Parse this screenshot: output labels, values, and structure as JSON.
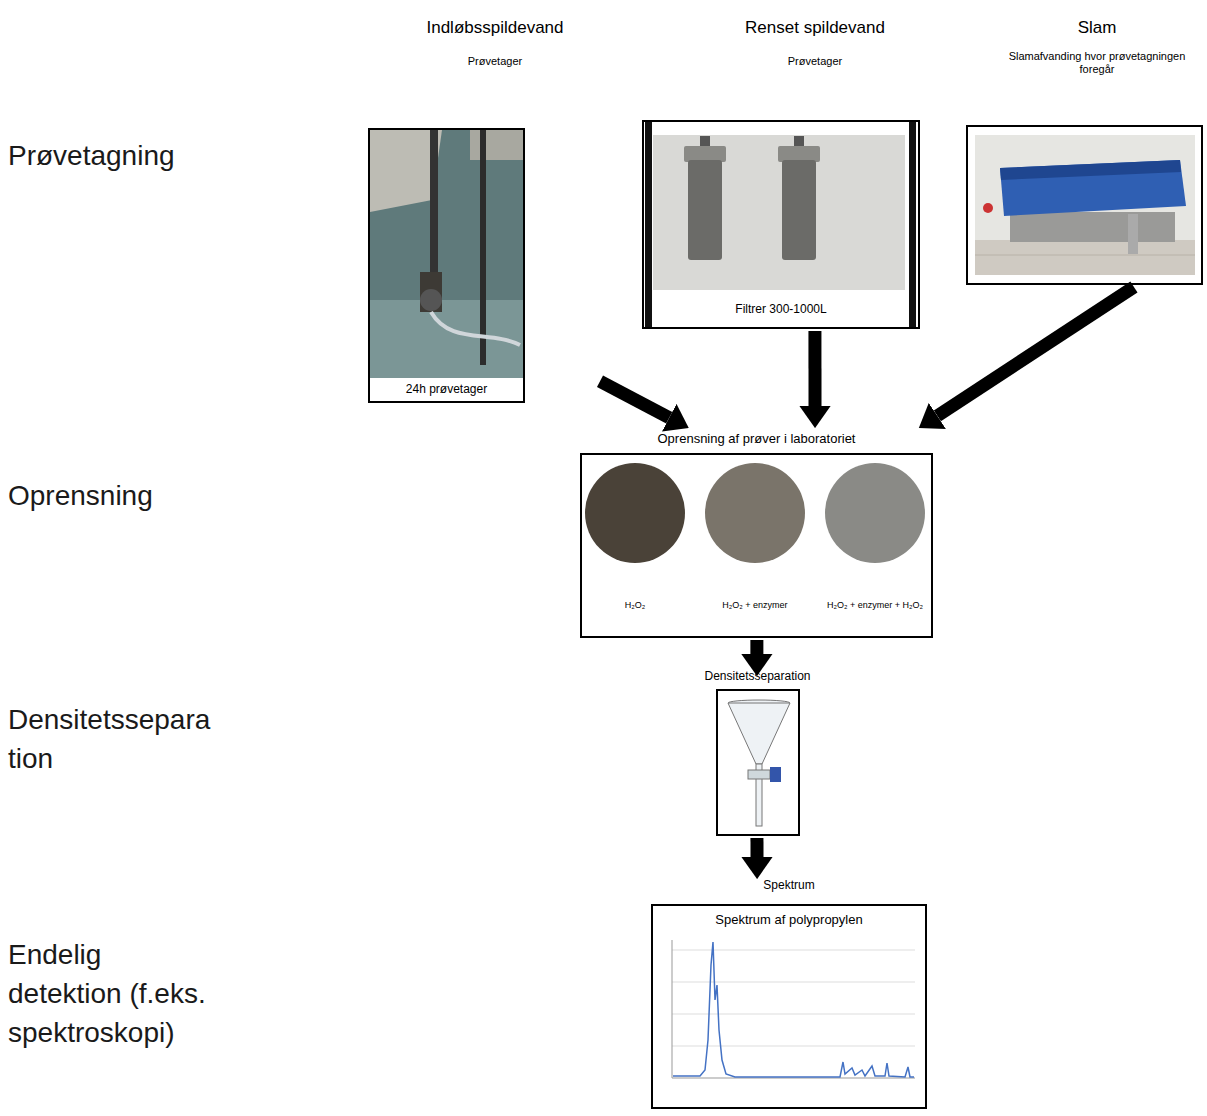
{
  "diagram": {
    "nodes": [
      {
        "text": [
          "Indløbsspildevand",
          "Prøvetager",
          "24h prøvetager"
        ]
      },
      {
        "text": [
          "Renset spildevand",
          "Prøvetager",
          "Filtrer 300-1000L"
        ]
      },
      {
        "text": [
          "Slam",
          "Slamafvanding hvor prøvetagningen foregår"
        ]
      },
      {
        "text": [
          "Oprensning af prøver i laboratoriet",
          "H₂O₂",
          "H₂O₂ + enzymer",
          "H₂O₂ + enzymer + H₂O₂"
        ]
      },
      {
        "text": [
          "Densitetsseparation"
        ]
      },
      {
        "text": [
          "Spektrum",
          "Spektrum af polypropylen"
        ]
      }
    ],
    "edges": [
      {
        "from": 0,
        "to": 3,
        "arrow": "to"
      },
      {
        "from": 1,
        "to": 3,
        "arrow": "to"
      },
      {
        "from": 2,
        "to": 3,
        "arrow": "to"
      },
      {
        "from": 3,
        "to": 4,
        "arrow": "to"
      },
      {
        "from": 4,
        "to": 5,
        "arrow": "to"
      }
    ],
    "labels": [
      "Prøvetagning",
      "Oprensning",
      "Densitetsseparation",
      "Endelig detektion (f.eks. spektroskopi)"
    ]
  }
}
